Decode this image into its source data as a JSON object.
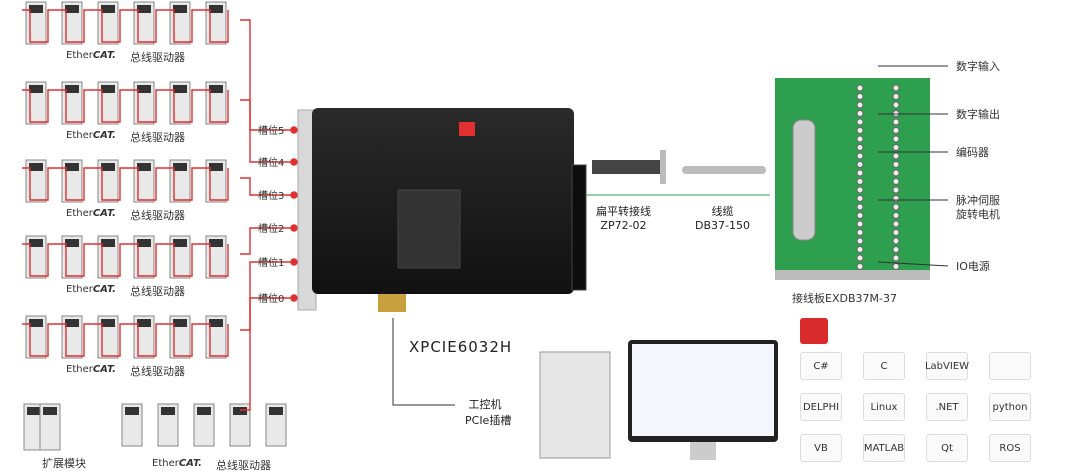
{
  "left_groups": [
    {
      "label": "总线驱动器"
    },
    {
      "label": "总线驱动器"
    },
    {
      "label": "总线驱动器"
    },
    {
      "label": "总线驱动器"
    },
    {
      "label": "总线驱动器"
    }
  ],
  "ethercat": {
    "prefix": "Ether",
    "suffix": "CAT."
  },
  "bottom_left_module": "扩展模块",
  "bottom_group_label": "总线驱动器",
  "slots": [
    {
      "label": "槽位5"
    },
    {
      "label": "槽位4"
    },
    {
      "label": "槽位3"
    },
    {
      "label": "槽位2"
    },
    {
      "label": "槽位1"
    },
    {
      "label": "槽位0"
    }
  ],
  "card_name": "XPCIE6032H",
  "ipc": {
    "line1": "工控机",
    "line2": "PCIe插槽"
  },
  "cable1": {
    "line1": "扁平转接线",
    "line2": "ZP72-02"
  },
  "cable2": {
    "line1": "线缆",
    "line2": "DB37-150"
  },
  "board_label": "接线板EXDB37M-37",
  "right_labels": [
    {
      "label": "数字输入"
    },
    {
      "label": "数字输出"
    },
    {
      "label": "编码器"
    },
    {
      "label": "脉冲伺服"
    },
    {
      "label": "旋转电机"
    },
    {
      "label": "IO电源"
    }
  ],
  "software_tiles": [
    {
      "label": "C#"
    },
    {
      "label": "C"
    },
    {
      "label": "LabVIEW"
    },
    {
      "label": ""
    },
    {
      "label": "DELPHI"
    },
    {
      "label": "Linux"
    },
    {
      "label": ".NET"
    },
    {
      "label": "python"
    },
    {
      "label": "VB"
    },
    {
      "label": "MATLAB"
    },
    {
      "label": "Qt"
    },
    {
      "label": "ROS"
    }
  ],
  "colors": {
    "wire": "#e03030",
    "dark": "#1a1a1a",
    "grey": "#888888",
    "green": "#2e9e4f"
  }
}
